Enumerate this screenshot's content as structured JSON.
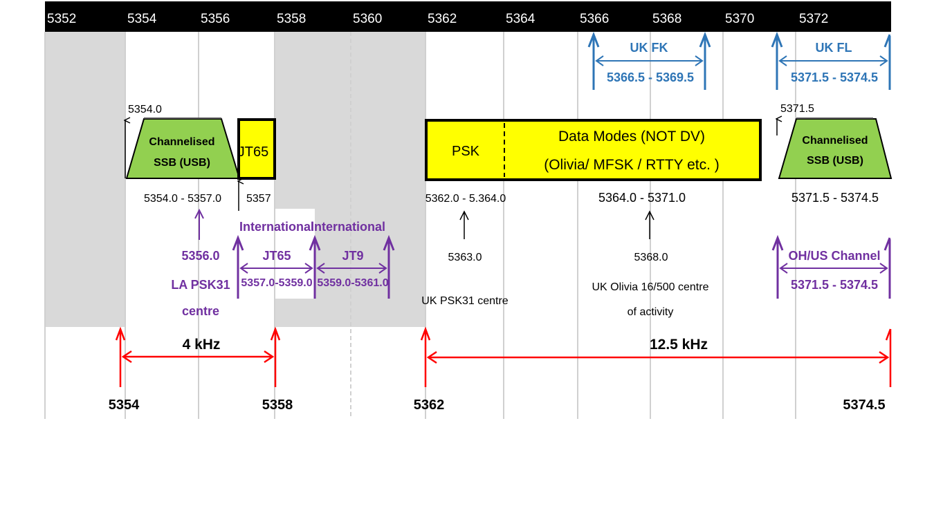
{
  "colors": {
    "header_bg": "#000000",
    "header_text": "#ffffff",
    "grey_band": "#d9d9d9",
    "grid": "#d0d0d0",
    "green": "#92d050",
    "yellow": "#ffff00",
    "purple": "#7030a0",
    "blue": "#2e75b6",
    "red": "#ff0000",
    "black": "#000000"
  },
  "axis": {
    "min_khz": 5351.5,
    "max_khz": 5373.9,
    "ticks": [
      "5352",
      "5354",
      "5356",
      "5358",
      "5360",
      "5362",
      "5364",
      "5366",
      "5368",
      "5370",
      "5372"
    ]
  },
  "blocks": {
    "ssb_left": {
      "label_line1": "Channelised",
      "label_line2": "SSB (USB)",
      "start_label": "5354.0",
      "range_label": "5354.0 - 5357.0"
    },
    "jt65": {
      "label": "JT65",
      "marker_label": "5357"
    },
    "data_modes": {
      "psk_label": "PSK",
      "title": "Data Modes (NOT DV)",
      "subtitle": "(Olivia/ MFSK / RTTY etc. )",
      "psk_range": "5362.0 - 5.364.0",
      "data_range": "5364.0 - 5371.0"
    },
    "ssb_right": {
      "label_line1": "Channelised",
      "label_line2": "SSB (USB)",
      "start_label": "5371.5",
      "range_label": "5371.5 - 5374.5"
    }
  },
  "channels": {
    "uk_fk": {
      "name": "UK FK",
      "range": "5366.5 - 5369.5"
    },
    "uk_fl": {
      "name": "UK FL",
      "range": "5371.5 - 5374.5"
    },
    "intl_jt65": {
      "line1": "International",
      "line2": "JT65",
      "range": "5357.0-5359.0"
    },
    "intl_jt9": {
      "line1": "International",
      "line2": "JT9",
      "range": "5359.0-5361.0"
    },
    "oh_us": {
      "name": "OH/US Channel",
      "range": "5371.5 - 5374.5"
    }
  },
  "centres": {
    "la_psk31": {
      "freq": "5356.0",
      "line1": "LA PSK31",
      "line2": "centre"
    },
    "uk_psk31": {
      "freq": "5363.0",
      "label": "UK PSK31 centre"
    },
    "uk_olivia": {
      "freq": "5368.0",
      "line1": "UK Olivia 16/500 centre",
      "line2": "of activity"
    }
  },
  "spans": {
    "span_4k": {
      "label": "4 kHz",
      "start": "5354",
      "end": "5358"
    },
    "span_12k": {
      "label": "12.5 kHz",
      "start": "5362",
      "end": "5374.5"
    }
  }
}
